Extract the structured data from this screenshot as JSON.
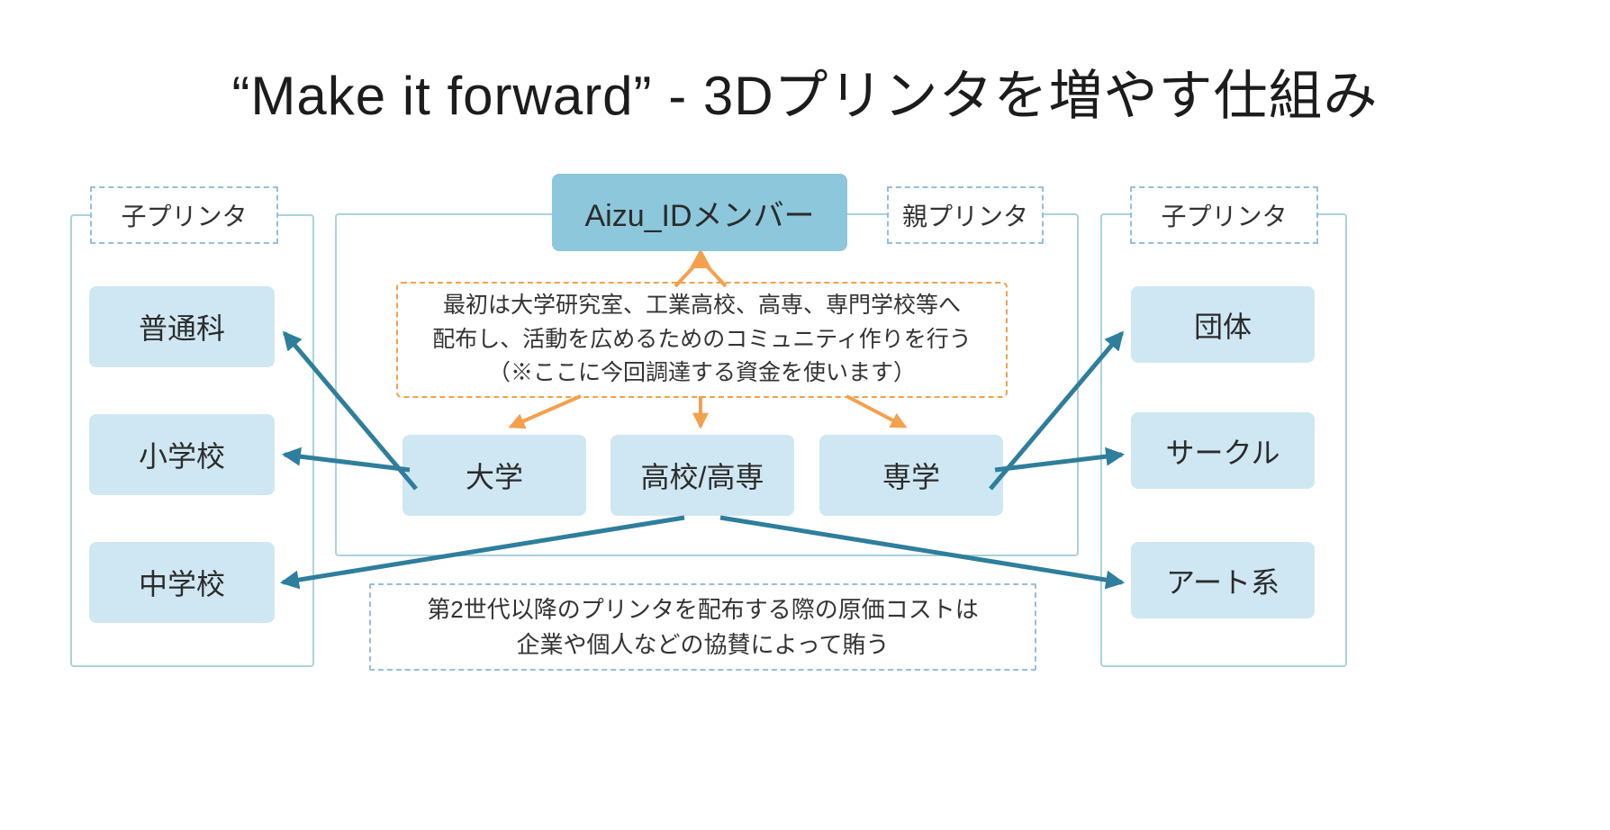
{
  "title": "“Make it forward” - 3Dプリンタを増やす仕組み",
  "groups": {
    "left": {
      "label": "子プリンタ",
      "items": [
        "普通科",
        "小学校",
        "中学校"
      ]
    },
    "center": {
      "parent_label": "親プリンタ",
      "root": "Aizu_IDメンバー",
      "note_lines": [
        "最初は大学研究室、工業高校、高専、専門学校等へ",
        "配布し、活動を広めるためのコミュニティ作りを行う",
        "（※ここに今回調達する資金を使います）"
      ],
      "items": [
        "大学",
        "高校/高専",
        "専学"
      ]
    },
    "right": {
      "label": "子プリンタ",
      "items": [
        "団体",
        "サークル",
        "アート系"
      ]
    }
  },
  "bottom_note_lines": [
    "第2世代以降のプリンタを配布する際の原価コストは",
    "企業や個人などの協賛によって賄う"
  ],
  "colors": {
    "teal_arrow": "#2e7e9c",
    "orange_arrow": "#f5a04c",
    "node_fill": "#cfe7f2",
    "root_fill": "#8cc7db",
    "container_border": "#aad2de",
    "dashed_blue": "#96bedd"
  }
}
